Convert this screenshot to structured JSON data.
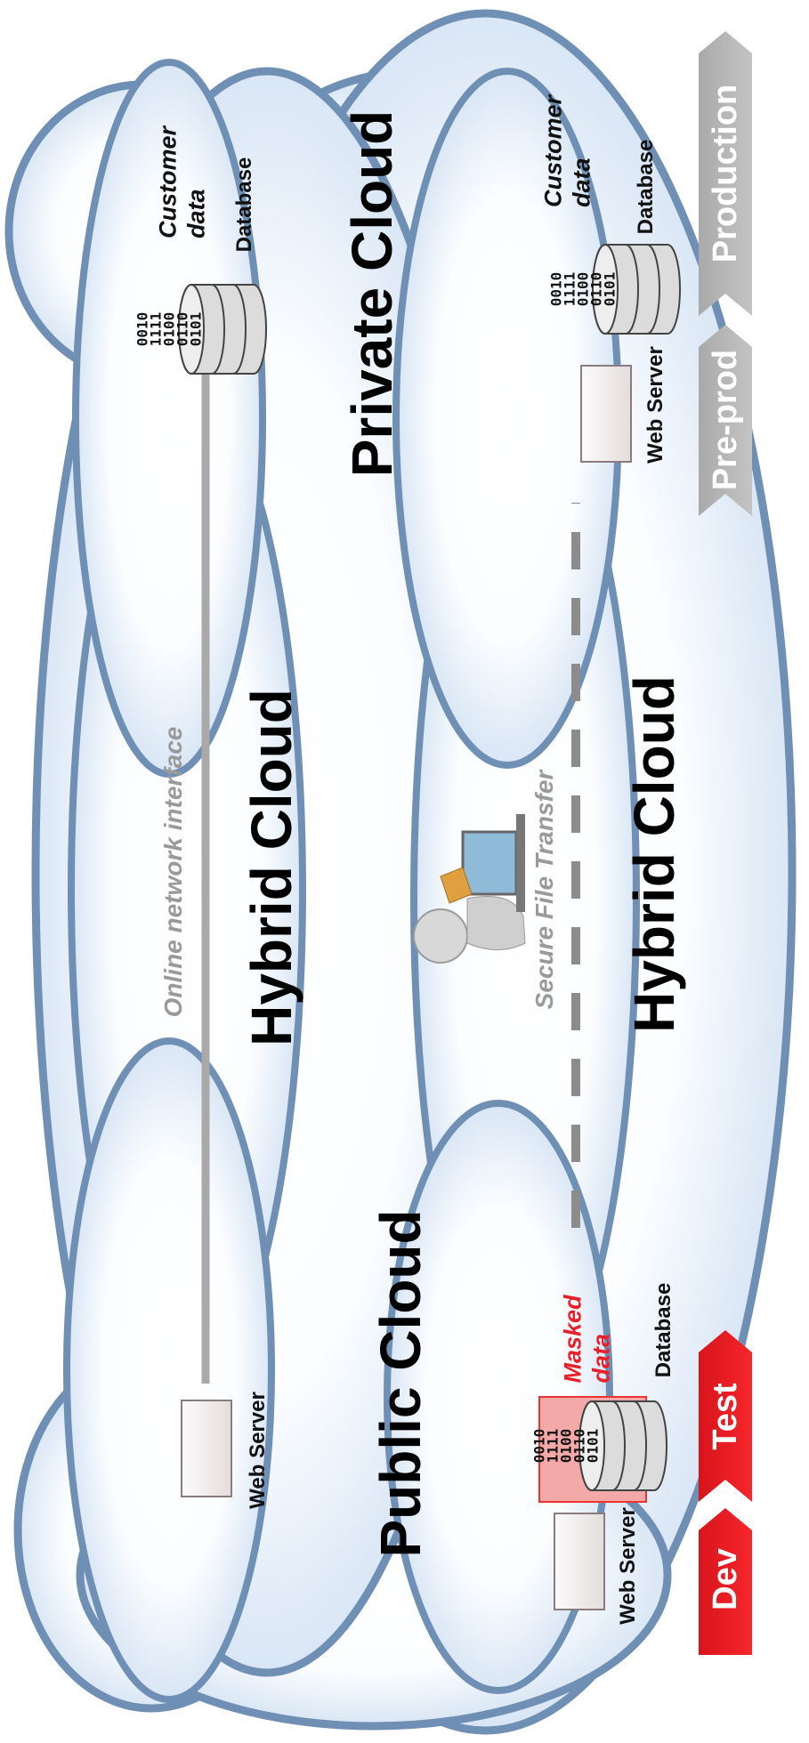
{
  "clouds": {
    "public_cloud": "Public Cloud",
    "private_cloud": "Private Cloud",
    "hybrid_cloud_top": "Hybrid Cloud",
    "hybrid_cloud_bottom": "Hybrid Cloud"
  },
  "top_path": {
    "web_server": "Web Server",
    "connection": "Online network interface",
    "database": "Database",
    "data_line1": "Customer",
    "data_line2": "data"
  },
  "bottom_path": {
    "web_server_left": "Web Server",
    "database_left": "Database",
    "masked_line1": "Masked",
    "masked_line2": "data",
    "transfer": "Secure File Transfer",
    "web_server_right": "Web Server",
    "database_right": "Database",
    "data_line1": "Customer",
    "data_line2": "data"
  },
  "binary": [
    "0010",
    "1111",
    "0100",
    "0110",
    "0101"
  ],
  "stages": {
    "dev": "Dev",
    "test": "Test",
    "preprod": "Pre-prod",
    "production": "Production"
  },
  "colors": {
    "cloud_outline": "#6f8fb4",
    "cloud_fill": "#dfeaf7",
    "active_stage": "#f41f26",
    "inactive_stage": "#b9b9b9",
    "masked_text": "#e8202a"
  }
}
